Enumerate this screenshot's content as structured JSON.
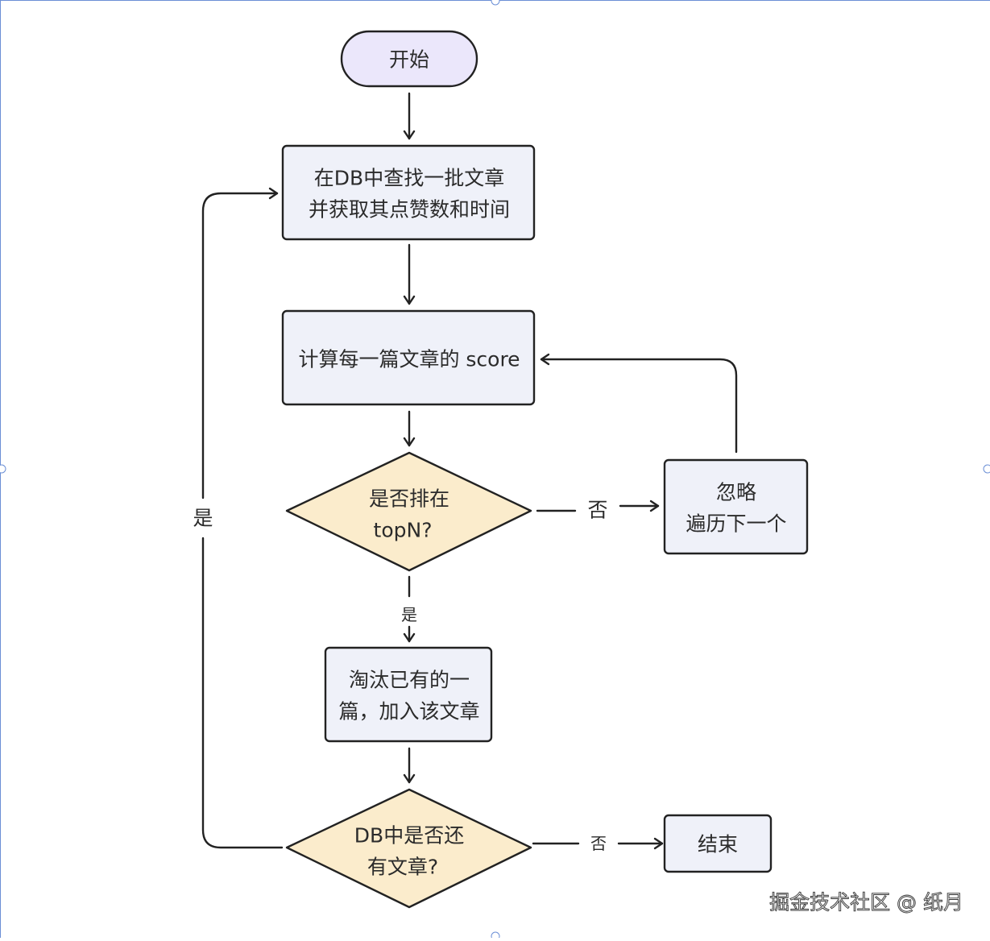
{
  "diagram": {
    "nodes": {
      "start": {
        "lines": [
          "开始"
        ]
      },
      "fetch": {
        "lines": [
          "在DB中查找一批文章",
          "并获取其点赞数和时间"
        ]
      },
      "score": {
        "lines": [
          "计算每一篇文章的 score"
        ]
      },
      "decision_topn": {
        "lines": [
          "是否排在",
          "topN?"
        ]
      },
      "ignore": {
        "lines": [
          "忽略",
          "遍历下一个"
        ]
      },
      "replace": {
        "lines": [
          "淘汰已有的一",
          "篇，加入该文章"
        ]
      },
      "decision_more": {
        "lines": [
          "DB中是否还",
          "有文章?"
        ]
      },
      "end": {
        "lines": [
          "结束"
        ]
      }
    },
    "edge_labels": {
      "topn_no": "否",
      "topn_yes": "是",
      "more_yes": "是",
      "more_no": "否"
    },
    "colors": {
      "start_fill": "#ebe7fb",
      "process_fill": "#eff1f9",
      "decision_fill": "#fbeccc",
      "stroke": "#222222",
      "text": "#2b2b2b"
    }
  },
  "watermark": "掘金技术社区 @ 纸月"
}
